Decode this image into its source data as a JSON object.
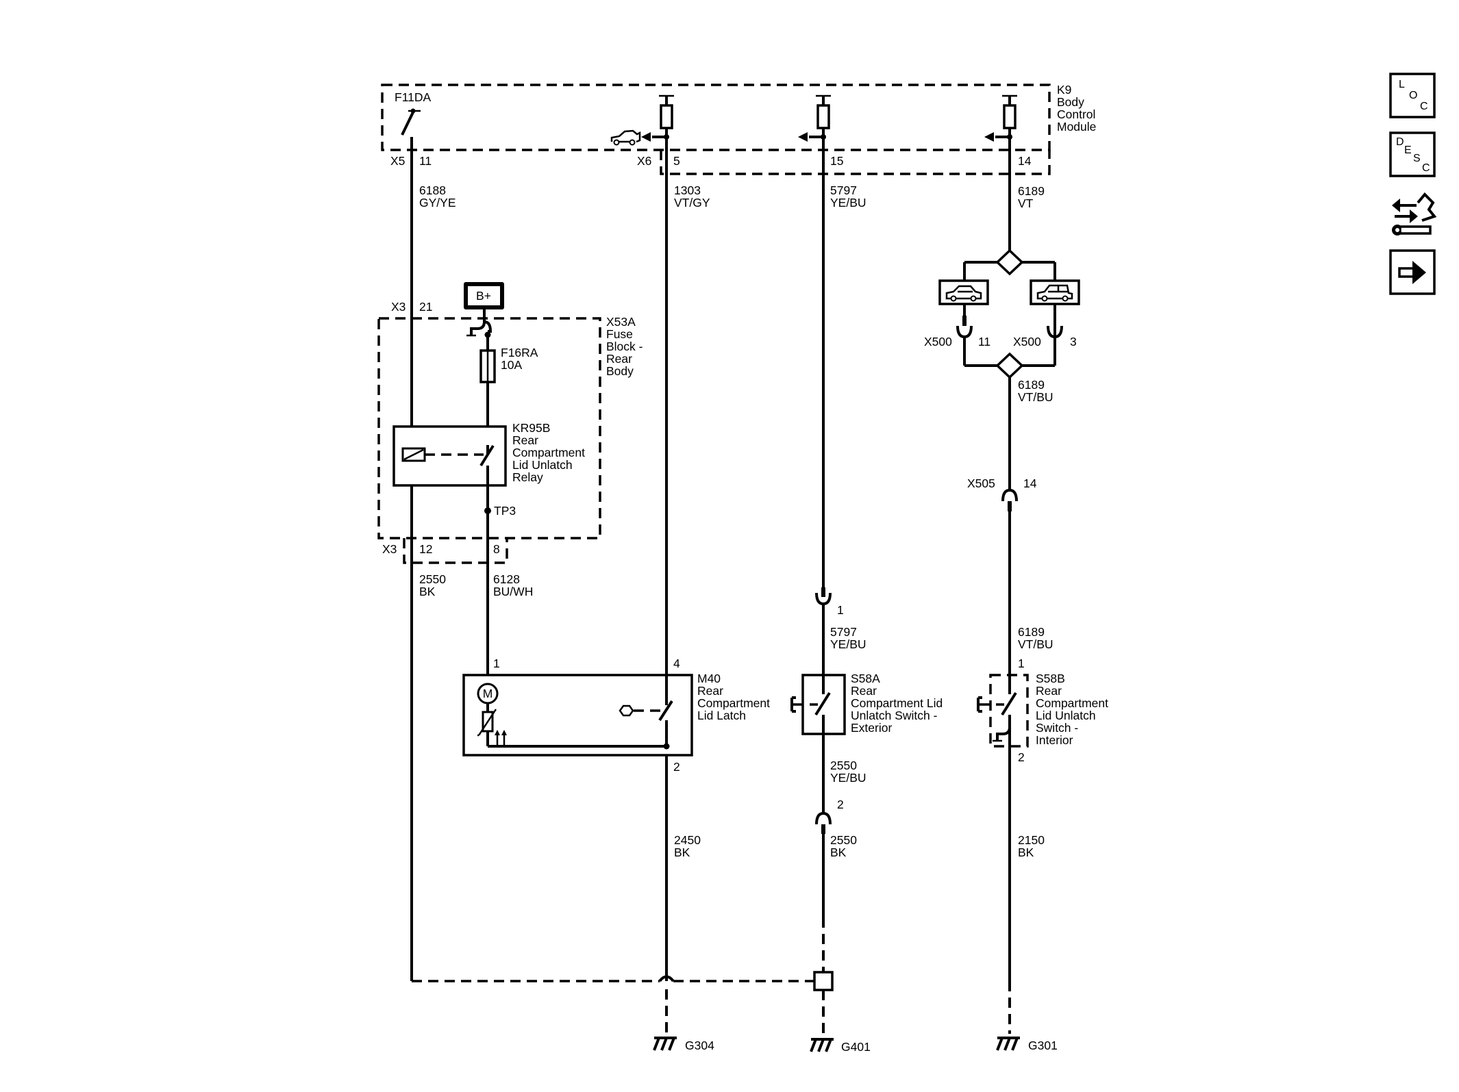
{
  "components": {
    "k9": {
      "lines": [
        "K9",
        "Body",
        "Control",
        "Module"
      ]
    },
    "x53a": {
      "lines": [
        "X53A",
        "Fuse",
        "Block -",
        "Rear",
        "Body"
      ]
    },
    "f16ra": {
      "lines": [
        "F16RA",
        "10A"
      ]
    },
    "kr95b": {
      "lines": [
        "KR95B",
        "Rear",
        "Compartment",
        "Lid Unlatch",
        "Relay"
      ]
    },
    "m40": {
      "lines": [
        "M40",
        "Rear",
        "Compartment",
        "Lid Latch"
      ]
    },
    "s58a": {
      "lines": [
        "S58A",
        "Rear",
        "Compartment Lid",
        "Unlatch Switch -",
        "Exterior"
      ]
    },
    "s58b": {
      "lines": [
        "S58B",
        "Rear",
        "Compartment",
        "Lid Unlatch",
        "Switch -",
        "Interior"
      ]
    },
    "f11da": "F11DA",
    "battery": "B+",
    "tp3": "TP3",
    "motor": "M"
  },
  "connectors": {
    "x5": "X5",
    "x5_pin": "11",
    "x6": "X6",
    "x6_pin_a": "5",
    "x6_pin_b": "15",
    "x6_pin_c": "14",
    "x3_top": "X3",
    "x3_top_pin": "21",
    "x3_bottom": "X3",
    "x3_bottom_pin_a": "12",
    "x3_bottom_pin_b": "8",
    "x500_left": "X500",
    "x500_left_pin": "11",
    "x500_right": "X500",
    "x500_right_pin": "3",
    "x505": "X505",
    "x505_pin": "14",
    "s58a_in_pin": "1",
    "s58a_out_pin": "2",
    "m40_pin_1": "1",
    "m40_pin_4": "4",
    "m40_pin_2": "2",
    "s58b_pin_1": "1",
    "s58b_pin_2": "2"
  },
  "wires": {
    "w6188": {
      "circuit": "6188",
      "color": "GY/YE"
    },
    "w1303": {
      "circuit": "1303",
      "color": "VT/GY"
    },
    "w5797a": {
      "circuit": "5797",
      "color": "YE/BU"
    },
    "w6189a": {
      "circuit": "6189",
      "color": "VT"
    },
    "w6189b": {
      "circuit": "6189",
      "color": "VT/BU"
    },
    "w2550a": {
      "circuit": "2550",
      "color": "BK"
    },
    "w6128": {
      "circuit": "6128",
      "color": "BU/WH"
    },
    "w5797b": {
      "circuit": "5797",
      "color": "YE/BU"
    },
    "w6189c": {
      "circuit": "6189",
      "color": "VT/BU"
    },
    "w2550b": {
      "circuit": "2550",
      "color": "YE/BU"
    },
    "w2450": {
      "circuit": "2450",
      "color": "BK"
    },
    "w2550c": {
      "circuit": "2550",
      "color": "BK"
    },
    "w2150": {
      "circuit": "2150",
      "color": "BK"
    }
  },
  "grounds": {
    "g304": "G304",
    "g401": "G401",
    "g301": "G301"
  },
  "nav": {
    "loc": [
      "L",
      "O",
      "C"
    ],
    "desc": [
      "D",
      "E",
      "S",
      "C"
    ],
    "icons": [
      "location-nav-icon",
      "description-nav-icon",
      "connector-repair-icon",
      "next-page-arrow-icon"
    ]
  },
  "colors": {
    "ink": "#000000",
    "background": "#ffffff"
  }
}
